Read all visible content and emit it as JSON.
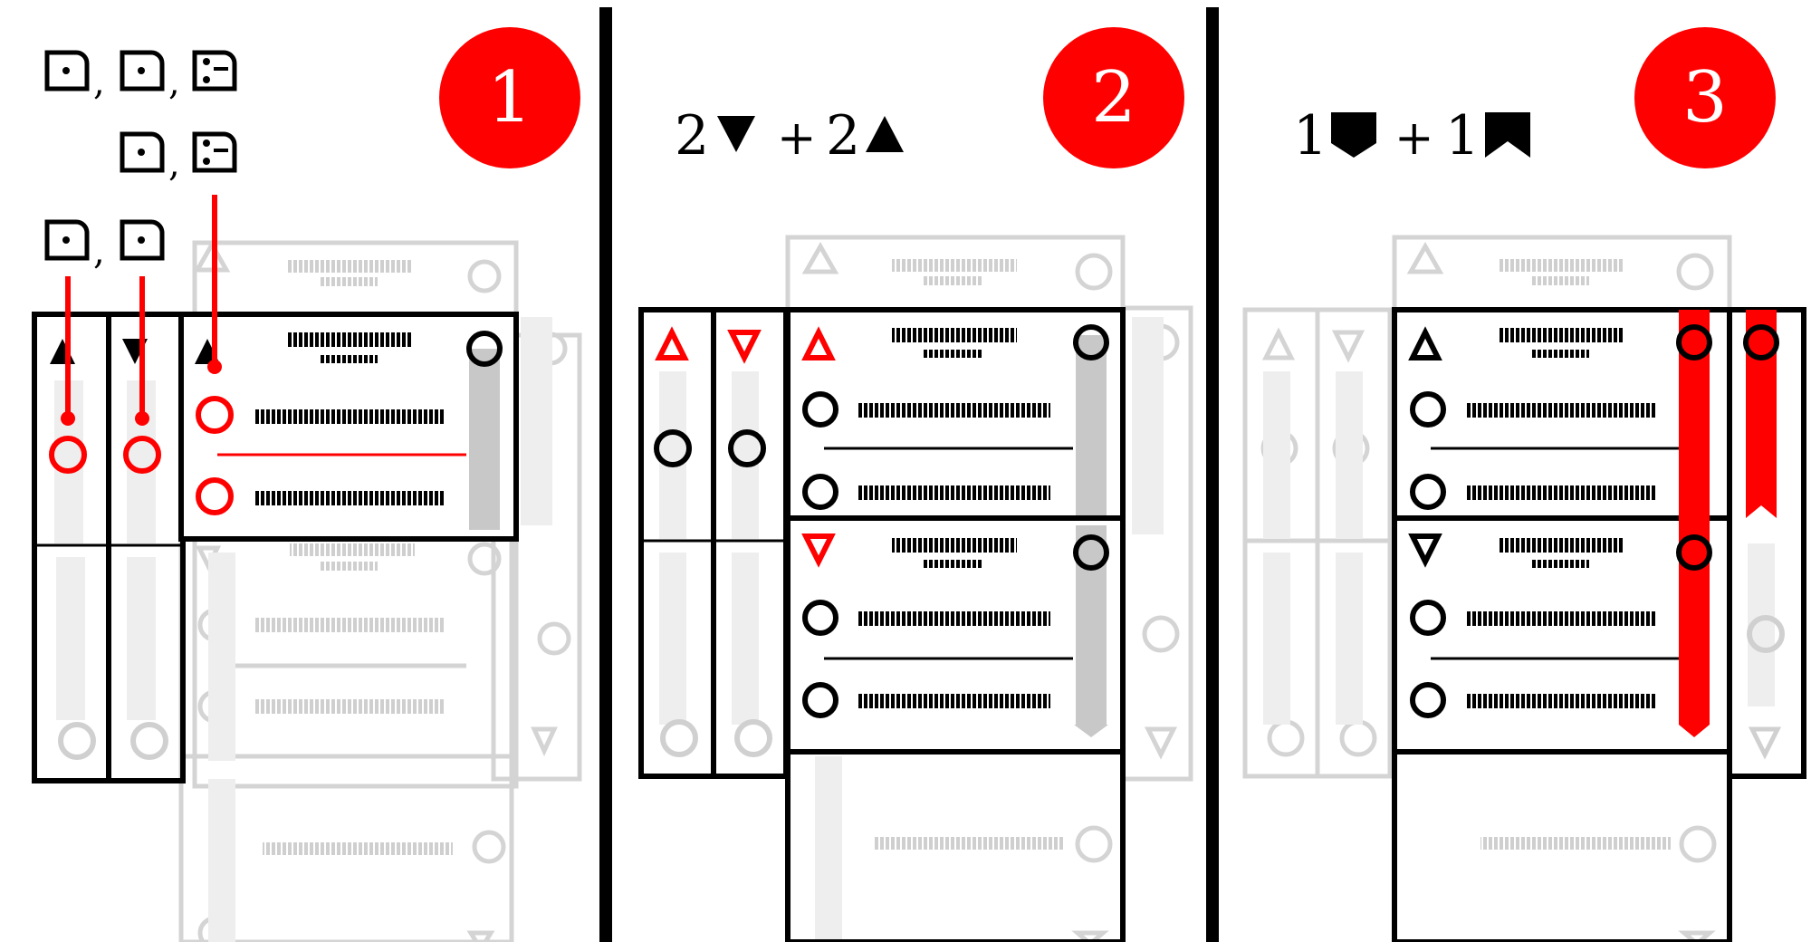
{
  "panels": [
    {
      "step_number": "1"
    },
    {
      "step_number": "2",
      "cost": {
        "down_count": "2",
        "plus": "+",
        "up_count": "2"
      }
    },
    {
      "step_number": "3",
      "cost": {
        "shield_count": "1",
        "plus": "+",
        "banner_count": "1"
      }
    }
  ],
  "colors": {
    "accent_red": "#ff0000",
    "ink": "#000000",
    "ghost": "#d0d0d0",
    "bar_grey": "#c8c8c8"
  },
  "icons": [
    "die-face-one-icon",
    "die-face-three-icon",
    "triangle-up-icon",
    "triangle-down-icon",
    "circle-slot-icon",
    "shield-icon",
    "banner-icon"
  ]
}
